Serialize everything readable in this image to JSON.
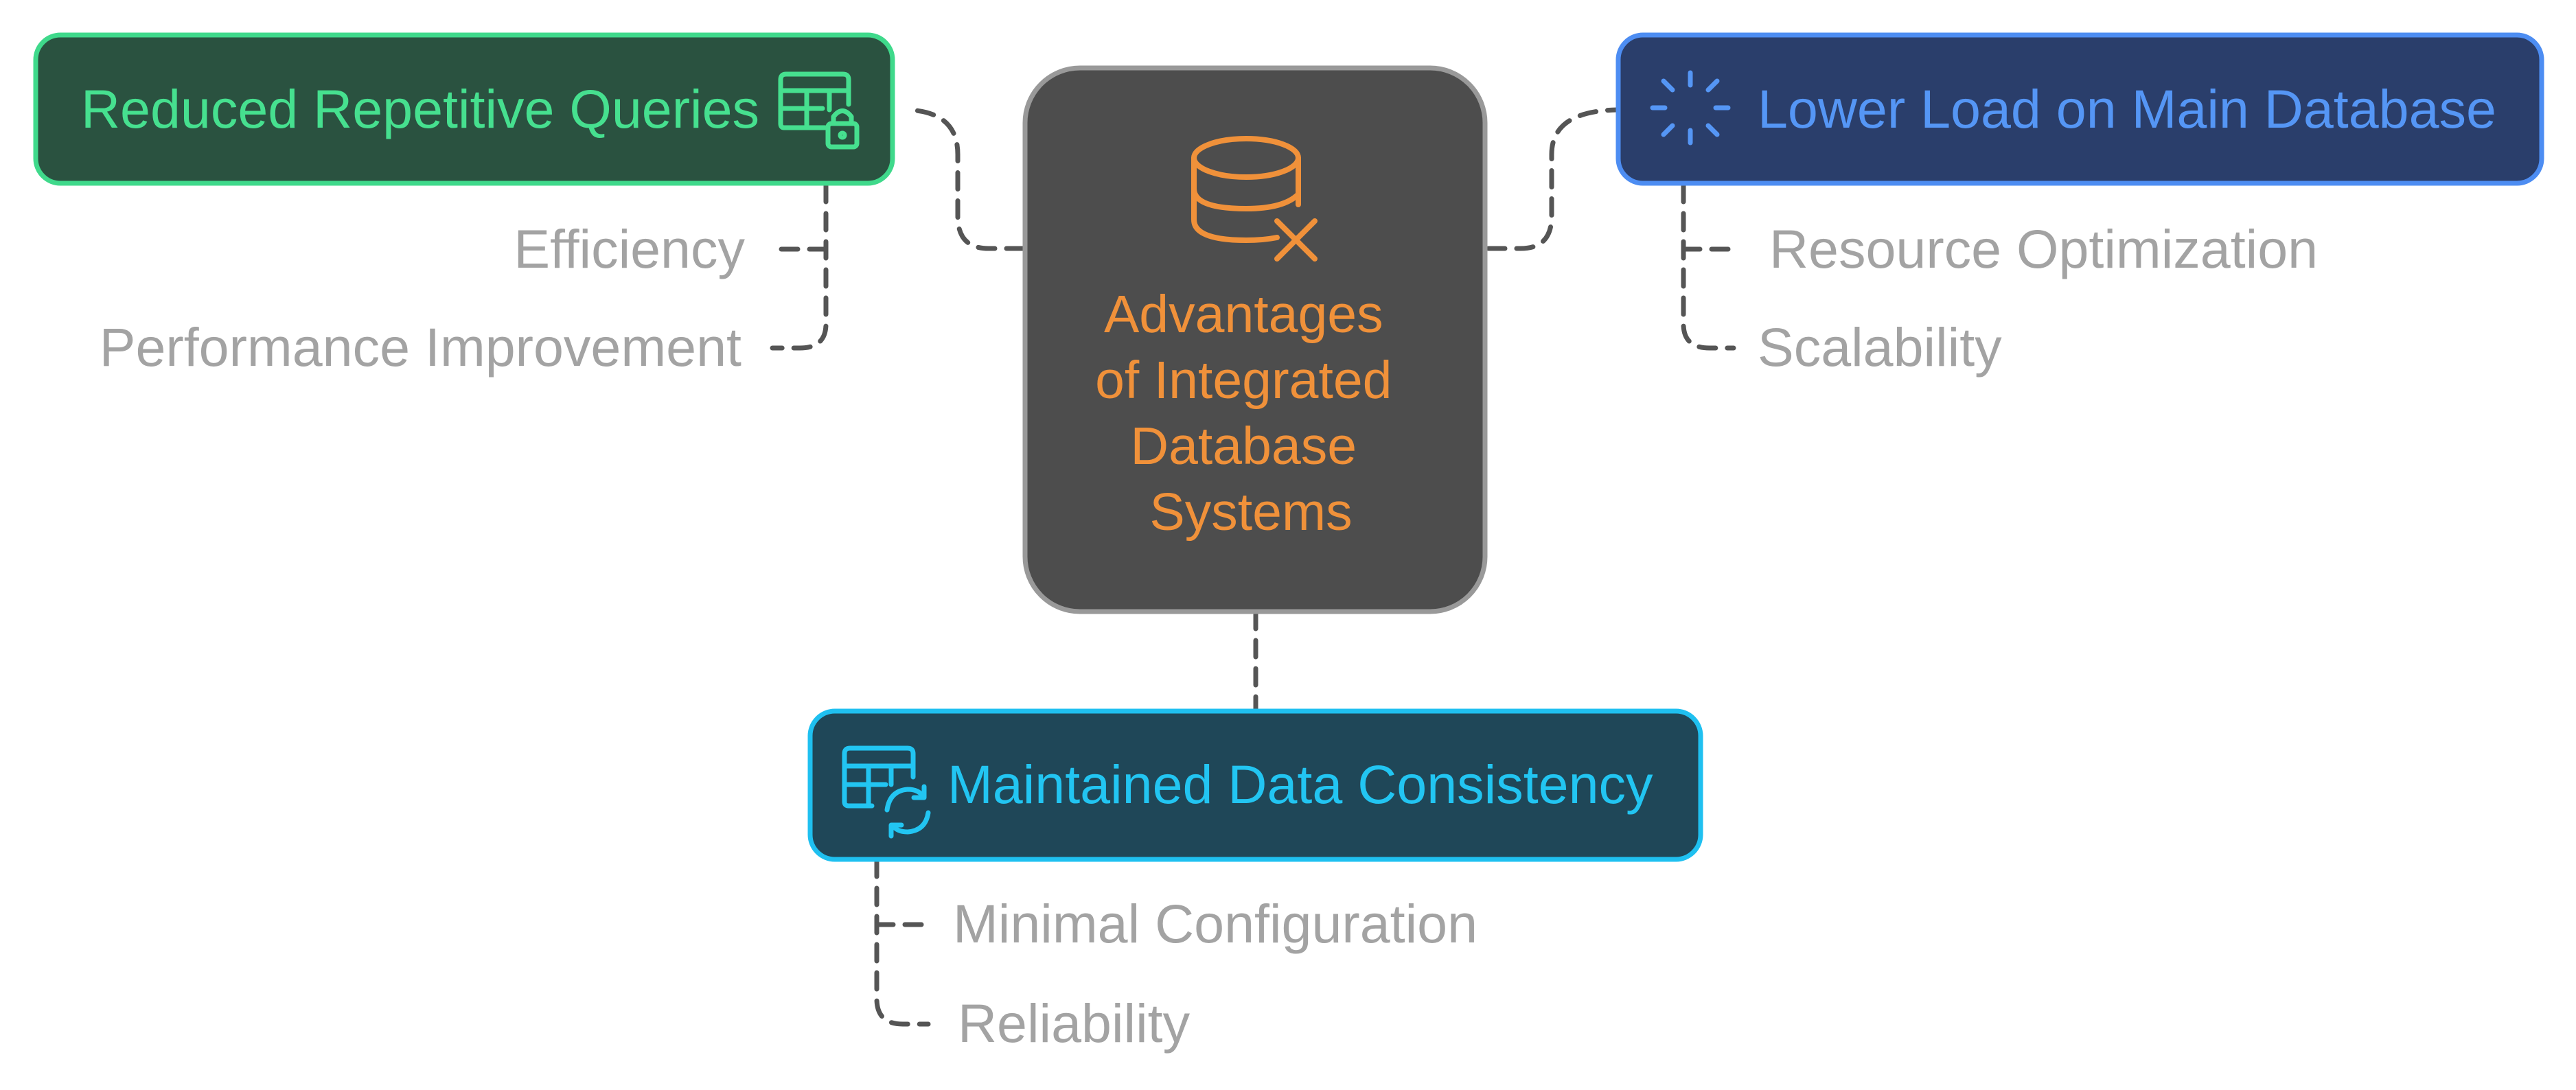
{
  "center": {
    "title_lines": [
      "Advantages",
      "of Integrated",
      "Database",
      "Systems"
    ],
    "icon": "database-x-icon",
    "fill": "#4d4d4d",
    "stroke": "#999999",
    "text_color": "#f0913a"
  },
  "nodes": {
    "queries": {
      "title": "Reduced Repetitive Queries",
      "icon": "table-lock-icon",
      "fill": "#2a5240",
      "stroke": "#3fd98b",
      "text_color": "#46e08f",
      "items": [
        "Efficiency",
        "Performance Improvement"
      ]
    },
    "load": {
      "title": "Lower Load on Main Database",
      "icon": "loading-spinner-icon",
      "fill": "#2a3e6b",
      "stroke": "#4d8df2",
      "text_color": "#5596f5",
      "items": [
        "Resource Optimization",
        "Scalability"
      ]
    },
    "consistency": {
      "title": "Maintained Data Consistency",
      "icon": "table-sync-icon",
      "fill": "#1f4758",
      "stroke": "#1fc0f0",
      "text_color": "#22c5f2",
      "items": [
        "Minimal Configuration",
        "Reliability"
      ]
    }
  },
  "colors": {
    "connector": "#555555",
    "subtext": "#a3a3a3",
    "background": "#ffffff"
  }
}
